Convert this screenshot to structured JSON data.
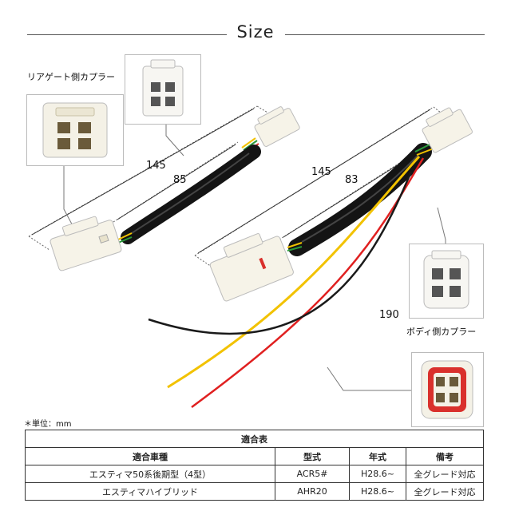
{
  "header": {
    "title": "Size"
  },
  "labels": {
    "rear_coupler": "リアゲート側カプラー",
    "body_coupler": "ボディ側カプラー",
    "unit_note": "＊単位：mm"
  },
  "dimensions": {
    "left_total": "145",
    "left_inner": "85",
    "right_total": "145",
    "right_inner": "83",
    "wire_length": "190"
  },
  "table": {
    "caption": "適合表",
    "headers": [
      "適合車種",
      "型式",
      "年式",
      "備考"
    ],
    "rows": [
      [
        "エスティマ50系後期型（4型）",
        "ACR5#",
        "H28.6~",
        "全グレード対応"
      ],
      [
        "エスティマハイブリッド",
        "AHR20",
        "H28.6~",
        "全グレード対応"
      ]
    ]
  },
  "colors": {
    "wire_black": "#1a1a1a",
    "wire_yellow": "#f2c200",
    "wire_red": "#e02020",
    "connector": "#f4f1e6",
    "accent_red": "#d9302c"
  }
}
